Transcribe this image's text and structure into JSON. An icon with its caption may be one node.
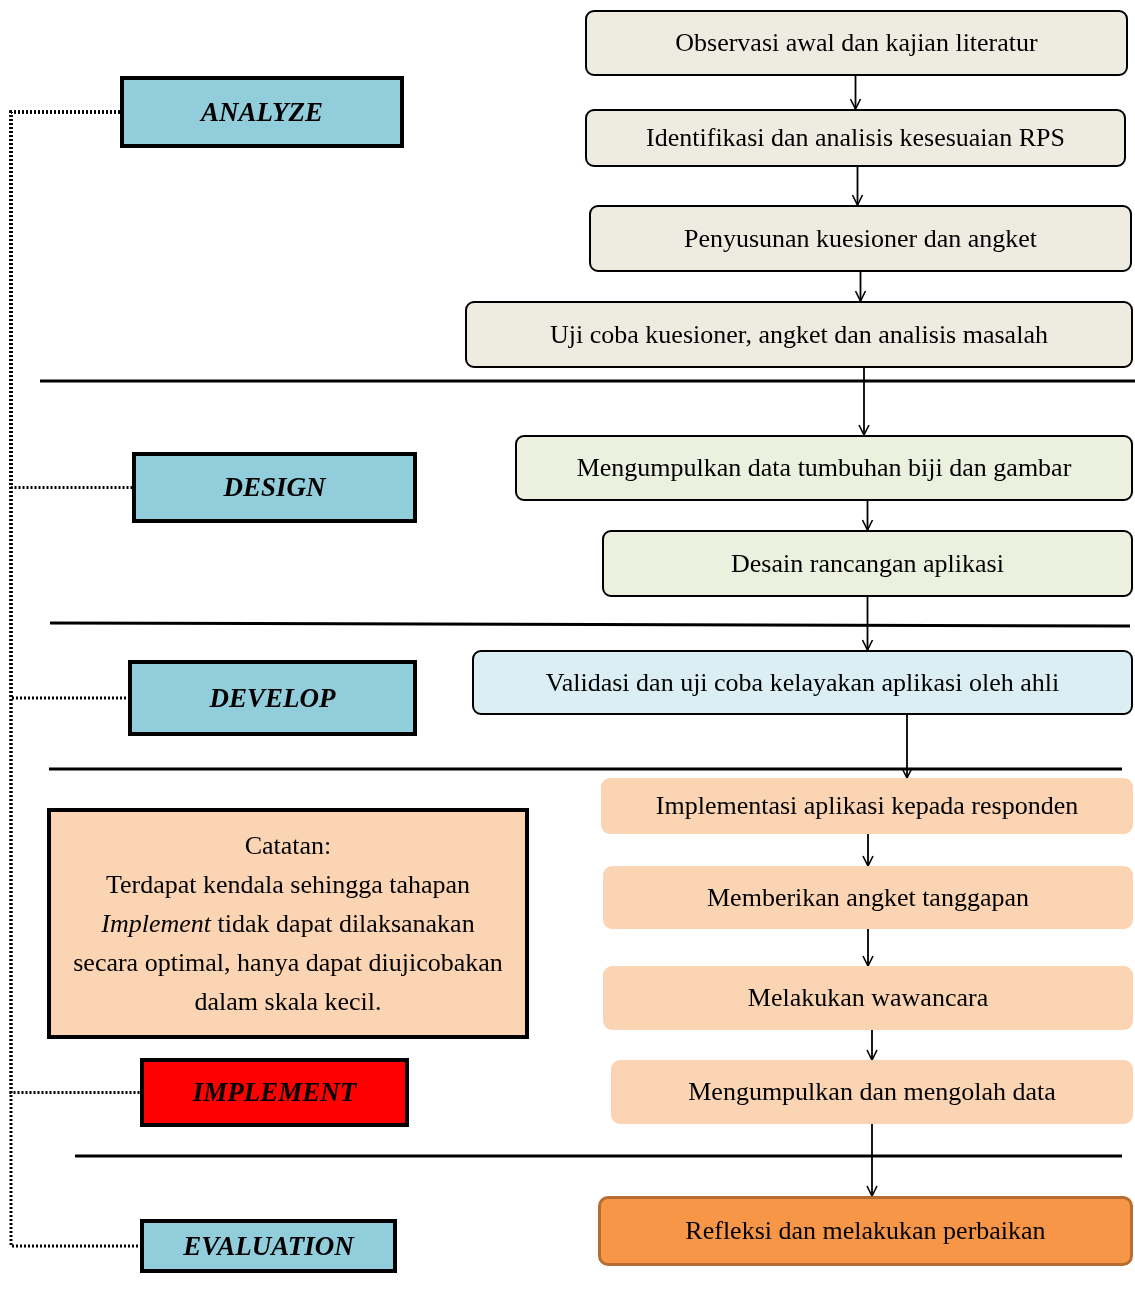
{
  "diagram": {
    "nodes": [
      {
        "text": [
          "ANALYZE"
        ]
      },
      {
        "text": [
          "DESIGN"
        ]
      },
      {
        "text": [
          "DEVELOP"
        ]
      },
      {
        "text": [
          "Catatan:",
          "Terdapat kendala sehingga tahapan *Implement* tidak dapat dilaksanakan secara optimal, hanya dapat diujicobakan dalam skala kecil."
        ]
      },
      {
        "text": [
          "IMPLEMENT"
        ]
      },
      {
        "text": [
          "EVALUATION"
        ]
      },
      {
        "text": [
          "Observasi awal dan kajian literatur"
        ]
      },
      {
        "text": [
          "Identifikasi dan analisis kesesuaian RPS"
        ]
      },
      {
        "text": [
          "Penyusunan kuesioner dan angket"
        ]
      },
      {
        "text": [
          "Uji coba kuesioner, angket dan analisis masalah"
        ]
      },
      {
        "text": [
          "Mengumpulkan data tumbuhan biji dan gambar"
        ]
      },
      {
        "text": [
          "Desain rancangan aplikasi"
        ]
      },
      {
        "text": [
          "Validasi dan uji coba kelayakan aplikasi oleh ahli"
        ]
      },
      {
        "text": [
          "Implementasi aplikasi kepada responden"
        ]
      },
      {
        "text": [
          "Memberikan angket tanggapan"
        ]
      },
      {
        "text": [
          "Melakukan wawancara"
        ]
      },
      {
        "text": [
          "Mengumpulkan dan mengolah data"
        ]
      },
      {
        "text": [
          "Refleksi dan melakukan perbaikan"
        ]
      }
    ],
    "edges": [
      {
        "from": 0,
        "to": 1,
        "arrow": "none",
        "style": "dashed"
      },
      {
        "from": 0,
        "to": 2,
        "arrow": "none",
        "style": "dashed"
      },
      {
        "from": 0,
        "to": 4,
        "arrow": "none",
        "style": "dashed"
      },
      {
        "from": 0,
        "to": 5,
        "arrow": "none",
        "style": "dashed"
      },
      {
        "from": 6,
        "to": 7,
        "arrow": "to"
      },
      {
        "from": 7,
        "to": 8,
        "arrow": "to"
      },
      {
        "from": 8,
        "to": 9,
        "arrow": "to"
      },
      {
        "from": 9,
        "to": 10,
        "arrow": "to"
      },
      {
        "from": 10,
        "to": 11,
        "arrow": "to"
      },
      {
        "from": 11,
        "to": 12,
        "arrow": "to"
      },
      {
        "from": 12,
        "to": 13,
        "arrow": "to"
      },
      {
        "from": 13,
        "to": 14,
        "arrow": "to"
      },
      {
        "from": 14,
        "to": 15,
        "arrow": "to"
      },
      {
        "from": 15,
        "to": 16,
        "arrow": "to"
      },
      {
        "from": 16,
        "to": 17,
        "arrow": "to"
      }
    ]
  }
}
